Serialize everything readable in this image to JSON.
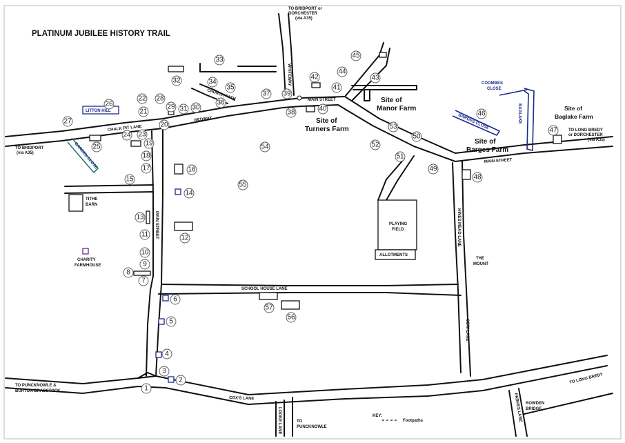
{
  "title": "PLATINUM JUBILEE HISTORY TRAIL",
  "labels": {
    "to_bridport_top": "TO BRIDPORT or",
    "to_bridport_top2": "DORCHESTER",
    "to_bridport_top3": "(via A35)",
    "whiteway": "WHITEWAY",
    "main_street_top": "MAIN STREET",
    "church_path": "CHURCH PATH",
    "redway": "REDWAY",
    "chalk_pit_lane": "CHALK PIT LANE",
    "litton_hill": "LITTON HILL",
    "garden_close": "GARDEN CLOSE",
    "to_bridport_left": "TO BRIDPORT",
    "to_bridport_left2": "(via A35)",
    "tithe_barn": "TITHE",
    "tithe_barn2": "BARN",
    "charity_farmhouse": "CHARITY",
    "charity_farmhouse2": "FARMHOUSE",
    "main_street_vertical": "MAIN STREET",
    "school_house_lane": "SCHOOL HOUSE LANE",
    "coxs_lane": "COX'S LANE",
    "looke_lane": "LOOKE LANE",
    "to_puncknowle_bottom": "TO",
    "to_puncknowle_bottom2": "PUNCKNOWLE",
    "to_puncknowle_left": "TO PUNCKNOWLE &",
    "to_puncknowle_left2": "BURTON BRADSTOCK",
    "site_manor_farm": "Site of",
    "site_manor_farm2": "Manor Farm",
    "site_turners_farm": "Site of",
    "site_turners_farm2": "Turners Farm",
    "site_barges_farm": "Site of",
    "site_barges_farm2": "Barges Farm",
    "site_baglake_farm": "Site of",
    "site_baglake_farm2": "Baglake Farm",
    "coombes_close": "COOMBES",
    "coombes_close2": "CLOSE",
    "barges_close": "BARGES CLOSE",
    "baglake": "BAGLAKE",
    "to_long_bredy_right": "TO LONG BREDY",
    "to_long_bredy_right2": "or DORCHESTER",
    "to_long_bredy_right3": "(via A35)",
    "main_street_right": "MAIN STREET",
    "playing_field": "PLAYING",
    "playing_field2": "FIELD",
    "allotments": "ALLOTMENTS",
    "hines_mead_lane": "HINES MEAD LANE",
    "the_mount": "THE",
    "the_mount2": "MOUNT",
    "cow_lane": "COW LANE",
    "to_long_bredy_bottom": "TO LONG BREDY",
    "parkes_lane": "PARKES LANE",
    "rowden_bridge": "ROWDEN",
    "rowden_bridge2": "BRIDGE",
    "key": "KEY:",
    "footpaths": "Footpaths"
  },
  "markers": [
    "1",
    "2",
    "3",
    "4",
    "5",
    "6",
    "7",
    "8",
    "9",
    "10",
    "11",
    "12",
    "13",
    "14",
    "15",
    "16",
    "17",
    "18",
    "19",
    "20",
    "21",
    "22",
    "23",
    "24",
    "25",
    "26",
    "27",
    "28",
    "29",
    "30",
    "31",
    "32",
    "33",
    "34",
    "35",
    "36",
    "37",
    "38",
    "39",
    "40",
    "41",
    "42",
    "43",
    "44",
    "45",
    "46",
    "47",
    "48",
    "49",
    "50",
    "51",
    "52",
    "53",
    "54",
    "55",
    "56",
    "57"
  ]
}
